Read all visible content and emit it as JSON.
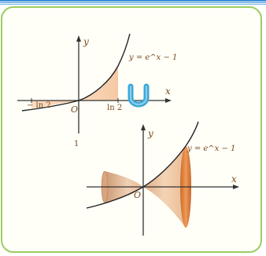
{
  "top_figure": {
    "y_axis_label": "y",
    "x_axis_label": "x",
    "origin_label": "O",
    "curve_label": "y = e^x − 1",
    "tick_left": "− ln 2",
    "tick_right": "ln 2",
    "tick_below": "1"
  },
  "bottom_figure": {
    "y_axis_label": "y",
    "x_axis_label": "x",
    "origin_label": "O",
    "curve_label": "y = e^x − 1"
  },
  "colors": {
    "frame_border": "#9ccc62",
    "axis": "#333333",
    "curve": "#222222",
    "region_fill": "#f6cba6",
    "solid_fill": "#e8b48a",
    "rotation_arrow": "#3ea7d8",
    "top_rule_blue": "#3b8fd6",
    "label_text": "#7a4a1c"
  },
  "icons": {
    "rotation_arrow": "rotation-arrow-icon"
  }
}
